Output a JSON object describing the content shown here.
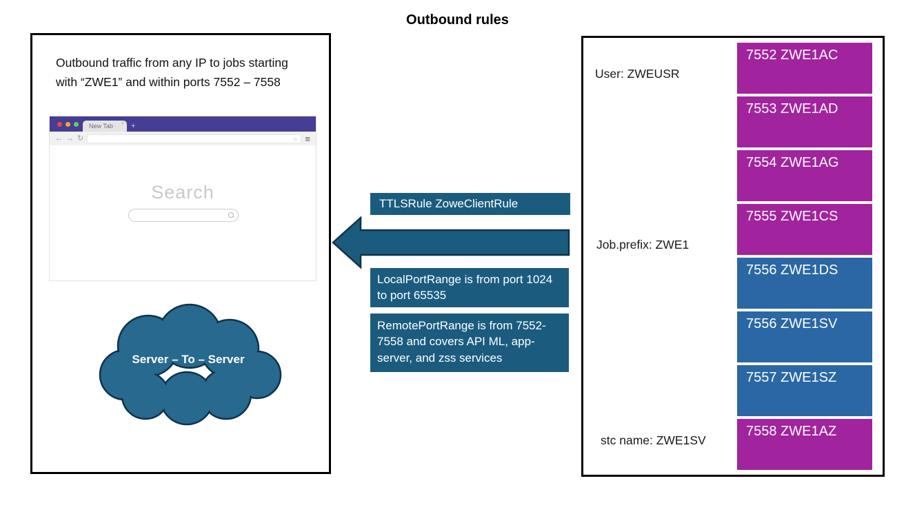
{
  "title": "Outbound rules",
  "left_panel": {
    "description": "Outbound traffic from any IP to jobs starting with “ZWE1” and within ports 7552 – 7558",
    "browser": {
      "tab_label": "New Tab",
      "tab_close_glyph": "×",
      "new_tab_plus": "+",
      "back_glyph": "←",
      "forward_glyph": "→",
      "reload_glyph": "↻",
      "star_glyph": "☆",
      "menu_glyph": "≡",
      "url_value": "",
      "search_heading": "Search"
    },
    "cloud_label": "Server – To – Server"
  },
  "middle": {
    "rule_label": "TTLSRule ZoweClientRule",
    "local_port_label": "LocalPortRange is from port 1024 to port 65535",
    "remote_port_label": "RemotePortRange is from 7552-7558 and covers API ML, app-server, and zss services"
  },
  "right_panel": {
    "user_label": "User: ZWEUSR",
    "job_prefix_label": "Job.prefix: ZWE1",
    "stc_name_label": "stc name: ZWE1SV",
    "jobs": [
      {
        "label": "7552 ZWE1AC",
        "color": "magenta"
      },
      {
        "label": "7553 ZWE1AD",
        "color": "magenta"
      },
      {
        "label": "7554 ZWE1AG",
        "color": "magenta"
      },
      {
        "label": "7555 ZWE1CS",
        "color": "magenta"
      },
      {
        "label": "7556 ZWE1DS",
        "color": "blue"
      },
      {
        "label": "7556 ZWE1SV",
        "color": "blue"
      },
      {
        "label": "7557 ZWE1SZ",
        "color": "blue"
      },
      {
        "label": "7558 ZWE1AZ",
        "color": "magenta"
      }
    ]
  },
  "colors": {
    "magenta": "#a2239e",
    "blue": "#2a67a4",
    "teal": "#1b5c7e",
    "cloud": "#27698f",
    "browser_purple": "#463d94",
    "arrow_outline": "#10324a"
  }
}
